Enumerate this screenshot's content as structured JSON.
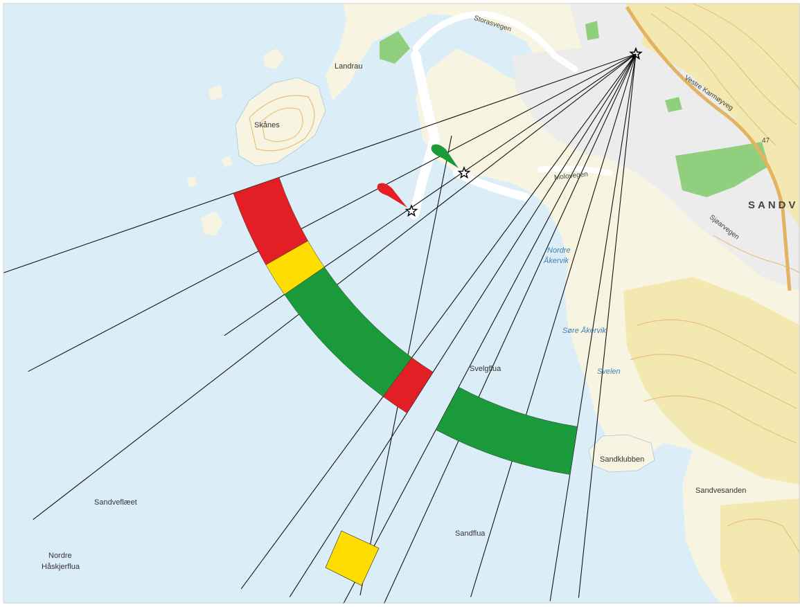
{
  "colors": {
    "sea": "#dbeef8",
    "land": "#f7f5e1",
    "land_yellow": "#f3e9b0",
    "urban": "#ececec",
    "park": "#8fcf7d",
    "contour": "#e8bf7f",
    "zone_red": "#e31e24",
    "zone_yellow": "#ffdd00",
    "zone_green": "#1a9a3a",
    "pin_red": "#e31e24",
    "pin_green": "#1a9a3a"
  },
  "map": {
    "place_labels": {
      "landrau": "Landrau",
      "skanes": "Skånes",
      "sandv": "SANDV",
      "svelgflua": "Svelgflua",
      "sandveflaet": "Sandveflæet",
      "nordre_haskjerflua_1": "Nordre",
      "nordre_haskjerflua_2": "Håskjerflua",
      "sandflua": "Sandflua",
      "sandklubben": "Sandklubben",
      "sandvesanden": "Sandvesanden"
    },
    "water_labels": {
      "nordre_akervik_1": "Nordre",
      "nordre_akervik_2": "Åkervik",
      "sore_akervik": "Søre Åkervik",
      "svelen": "Svelen"
    },
    "road_labels": {
      "storasvegen": "Storasvegen",
      "vestre_karmoyveg": "Vestre Karmøyveg",
      "molovegen": "Molovegen",
      "sjoarvegen": "Sjøarvegen",
      "route_number": "47"
    },
    "icons": {
      "observer_star": "star-icon",
      "red_marker": "red-pin-icon",
      "green_marker": "green-pin-icon"
    },
    "sector_zones": [
      "red",
      "yellow",
      "green",
      "red",
      "green"
    ],
    "outer_zone": "yellow"
  }
}
